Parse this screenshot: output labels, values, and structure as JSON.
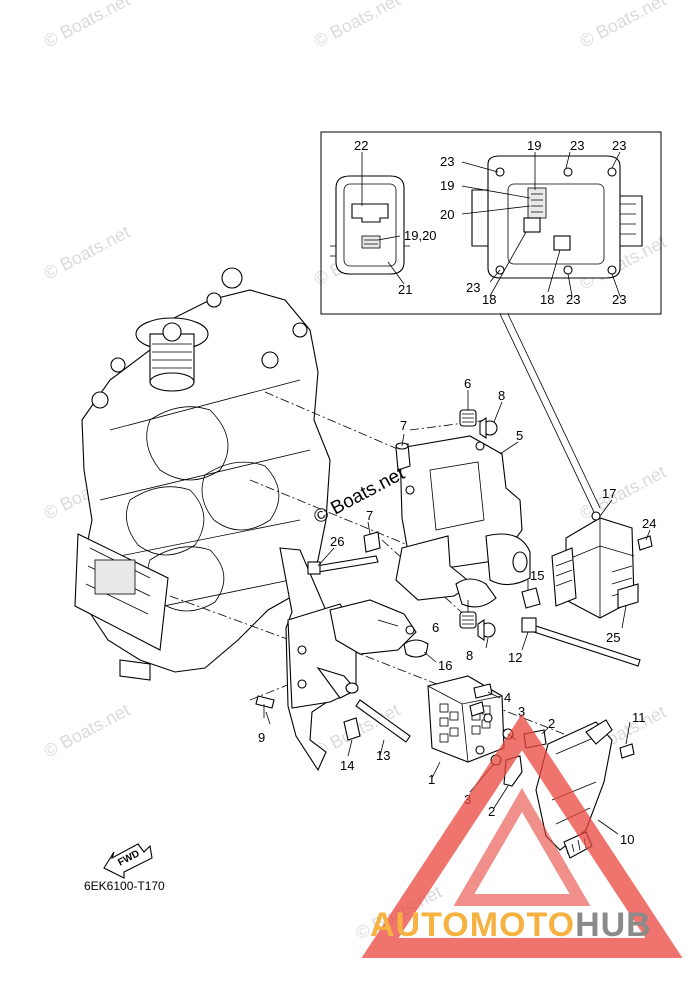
{
  "watermarks": [
    "© Boats.net",
    "© Boats.net",
    "© Boats.net",
    "© Boats.net",
    "© Boats.net",
    "© Boats.net",
    "© Boats.net",
    "© Boats.net",
    "© Boats.net",
    "© Boats.net",
    "© Boats.net",
    "© Boats.net"
  ],
  "center_watermark": "© Boats.net",
  "inset_callouts": [
    "22",
    "19",
    "23",
    "23",
    "23",
    "19",
    "20",
    "19,20",
    "21",
    "23",
    "18",
    "18",
    "23",
    "23"
  ],
  "callouts": [
    "6",
    "8",
    "7",
    "5",
    "7",
    "26",
    "17",
    "24",
    "15",
    "6",
    "8",
    "12",
    "25",
    "16",
    "4",
    "9",
    "3",
    "2",
    "11",
    "13",
    "14",
    "1",
    "3",
    "2",
    "10"
  ],
  "fwd_label": "FWD",
  "diagram_code": "6EK6100-T170",
  "brand": {
    "part1": "AUTOMOTO",
    "part2": "HUB",
    "color1": "#f5b240",
    "color2": "#8a8a8a"
  },
  "colors": {
    "logo_red": "#e8453c"
  }
}
